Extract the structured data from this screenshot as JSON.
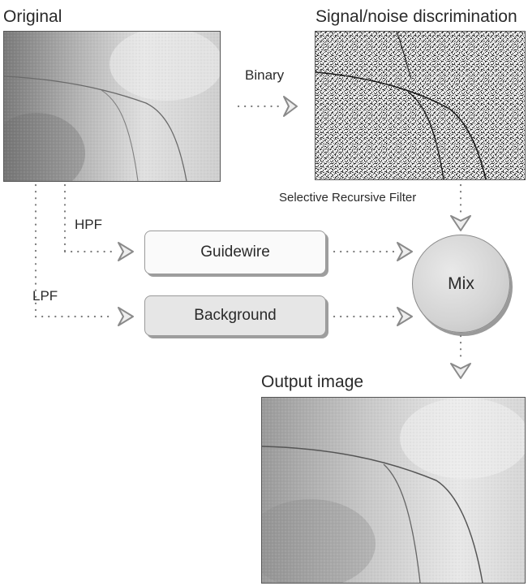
{
  "titles": {
    "original": "Original",
    "signal_noise": "Signal/noise discrimination",
    "output": "Output image"
  },
  "labels": {
    "binary": "Binary",
    "selective_filter": "Selective Recursive Filter",
    "hpf": "HPF",
    "lpf": "LPF"
  },
  "boxes": {
    "guidewire": "Guidewire",
    "background": "Background",
    "mix": "Mix"
  }
}
